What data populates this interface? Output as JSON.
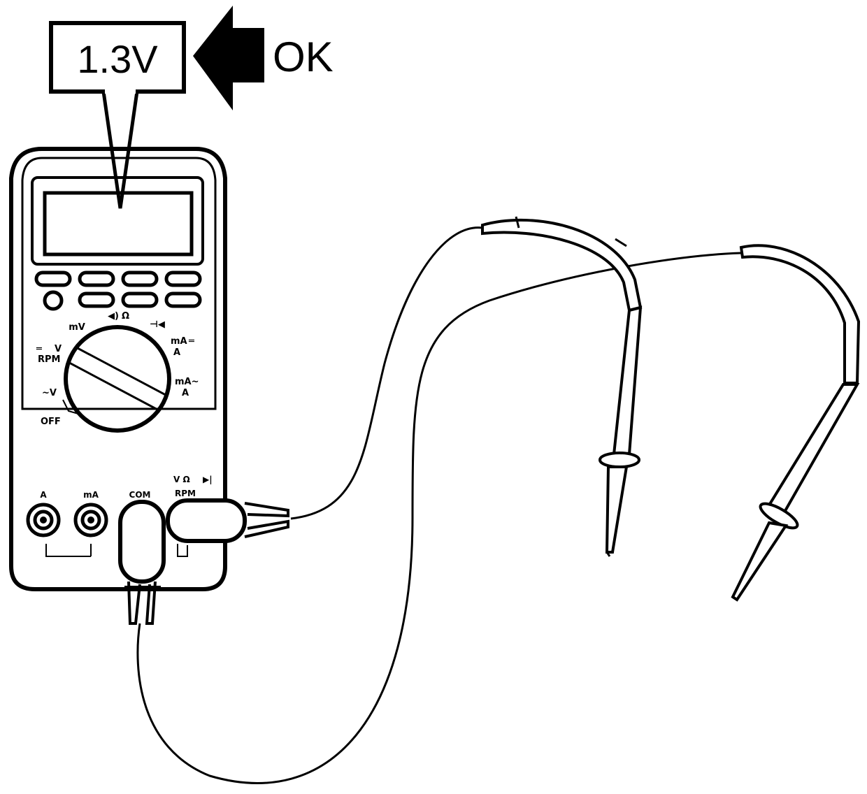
{
  "callout": {
    "reading": "1.3V",
    "status": "OK"
  },
  "dial": {
    "mv": "mV",
    "continuity": "Ω",
    "dc_v": "V",
    "rpm": "RPM",
    "ac_v": "~V",
    "off": "OFF",
    "ma_dc": "mA",
    "a_dc": "A",
    "ma_ac": "mA~",
    "a_ac": "A"
  },
  "jacks": {
    "a": "A",
    "ma": "mA",
    "com": "COM",
    "v_ohm": "V Ω",
    "rpm": "RPM"
  }
}
